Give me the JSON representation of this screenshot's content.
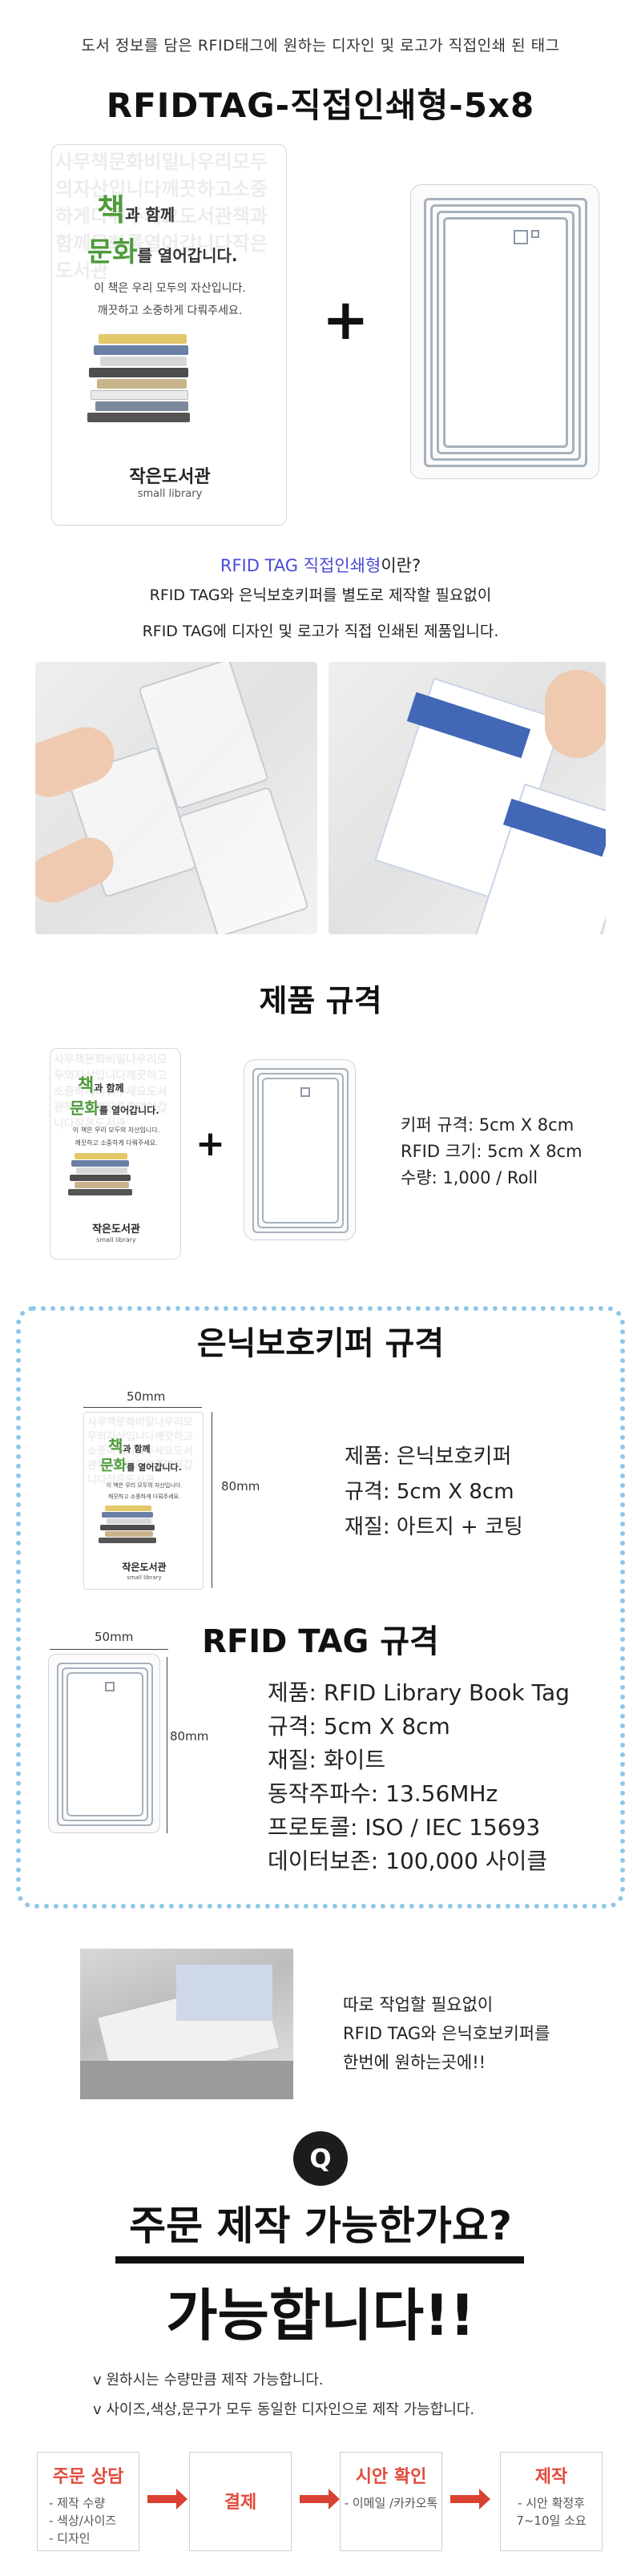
{
  "header": {
    "caption": "도서 정보를 담은 RFID태그에 원하는 디자인 및 로고가 직접인쇄 된 태그",
    "title": "RFIDTAG-직접인쇄형-5x8"
  },
  "keeper_card": {
    "bg_text": "사무책문화비밀나우리모두의자산입니다깨끗하고소중하게다뤄주세요도서관책과함께문화를열어갑니다작은도서관",
    "line1_big": "책",
    "line1_rest": "과 함께",
    "line2_big": "문화",
    "line2_rest": "를 열어갑니다.",
    "msg1": "이 책은 우리 모두의 자산입니다.",
    "msg2": "깨끗하고 소중하게 다뤄주세요.",
    "name": "작은도서관",
    "sub": "small library"
  },
  "plus_symbol": "+",
  "intro": {
    "highlight": "RFID TAG 직접인쇄형",
    "suffix": "이란?",
    "line2": "RFID TAG와 은닉보호키퍼를 별도로 제작할 필요없이",
    "line3": "RFID TAG에 디자인 및 로고가 직접 인쇄된 제품입니다."
  },
  "product_spec": {
    "title": "제품 규격",
    "lines": [
      "키퍼 규격: 5cm X 8cm",
      "RFID 크기: 5cm X 8cm",
      "수량: 1,000 / Roll"
    ]
  },
  "keeper_spec": {
    "title": "은닉보호키퍼 규격",
    "width_label": "50mm",
    "height_label": "80mm",
    "lines": [
      "제품: 은닉보호키퍼",
      "규격: 5cm X 8cm",
      "재질: 아트지 + 코팅"
    ]
  },
  "tag_spec": {
    "title": "RFID TAG 규격",
    "width_label": "50mm",
    "height_label": "80mm",
    "lines": [
      "제품: RFID Library Book Tag",
      "규격: 5cm X 8cm",
      "재질: 화이트",
      "동작주파수: 13.56MHz",
      "프로토콜: ISO / IEC 15693",
      "데이터보존: 100,000 사이클"
    ]
  },
  "machine_note": {
    "lines": [
      "따로 작업할 필요없이",
      "RFID TAG와 은닉호보키퍼를",
      "한번에 원하는곳에!!"
    ]
  },
  "faq": {
    "q_label": "Q",
    "question": "주문 제작 가능한가요?",
    "answer": "가능합니다!!",
    "notes": [
      "v 원하시는 수량만큼 제작 가능합니다.",
      "v 사이즈,색상,문구가 모두 동일한 디자인으로 제작 가능합니다."
    ]
  },
  "process": [
    {
      "title": "주문 상담",
      "desc": [
        "- 제작 수량",
        "- 색상/사이즈",
        "- 디자인"
      ]
    },
    {
      "title": "결제",
      "desc": []
    },
    {
      "title": "시안 확인",
      "desc": [
        "- 이메일 /카카오톡"
      ]
    },
    {
      "title": "제작",
      "desc": [
        "- 시안 확정후",
        "7~10일 소요"
      ]
    }
  ],
  "colors": {
    "accent_blue": "#4a4bd6",
    "accent_red": "#e24a3b",
    "dotted_border": "#8ec8e8",
    "green_text": "#4d9b3a"
  }
}
